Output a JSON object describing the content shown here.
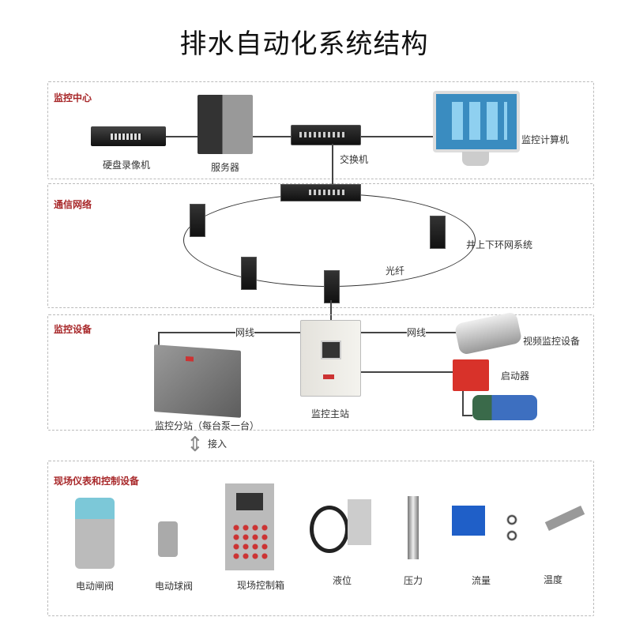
{
  "title": "排水自动化系统结构",
  "sections": {
    "center": {
      "label": "监控中心",
      "dvr": "硬盘录像机",
      "server": "服务器",
      "switch": "交换机",
      "computer": "监控计算机"
    },
    "network": {
      "label": "通信网络",
      "ring": "井上下环网系统",
      "fiber": "光纤"
    },
    "equipment": {
      "label": "监控设备",
      "cable_left": "网线",
      "cable_right": "网线",
      "camera": "视频监控设备",
      "starter": "启动器",
      "main_station": "监控主站",
      "sub_station": "监控分站（每台泵一台）",
      "access": "接入"
    },
    "field": {
      "label": "现场仪表和控制设备",
      "items": [
        "电动闸阀",
        "电动球阀",
        "现场控制箱",
        "液位",
        "压力",
        "流量",
        "温度"
      ]
    }
  },
  "colors": {
    "section_label": "#a8282a",
    "starter": "#d8322a",
    "flow": "#1f5fc8",
    "valve": "#7cc8d8"
  }
}
